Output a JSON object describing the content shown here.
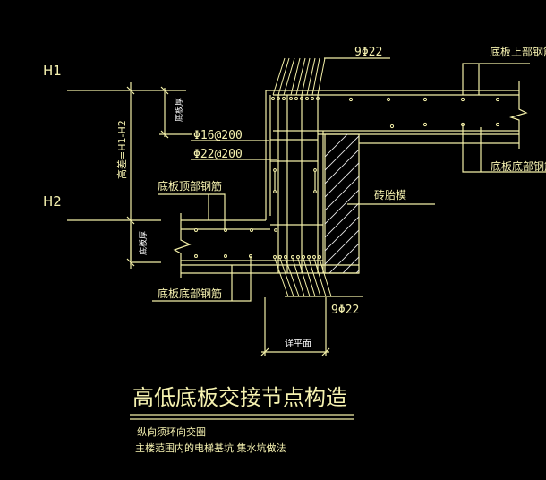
{
  "drawing": {
    "title": "高低底板交接节点构造",
    "notes": [
      "纵向须环向交圈",
      "主楼范围内的电梯基坑 集水坑做法"
    ],
    "levels": {
      "high": "H1",
      "low": "H2"
    },
    "dimensions": {
      "height_diff": "高差=H1-H2",
      "slab_thickness_upper": "底板厚",
      "slab_thickness_lower": "底板厚",
      "width_label": "详平面"
    },
    "rebar_labels": {
      "top_bundle": "9Φ22",
      "bottom_bundle": "9Φ22",
      "stirrup_1": "Φ16@200",
      "stirrup_2": "Φ22@200"
    },
    "component_labels": {
      "upper_slab_top": "底板上部钢筋",
      "upper_slab_bottom": "底板底部钢筋",
      "lower_slab_top": "底板顶部钢筋",
      "lower_slab_bottom": "底板底部钢筋",
      "brick_formwork": "砖胎模"
    },
    "colors": {
      "background": "#000000",
      "line": "#f4f0a8",
      "text": "#f6f2b0"
    }
  }
}
